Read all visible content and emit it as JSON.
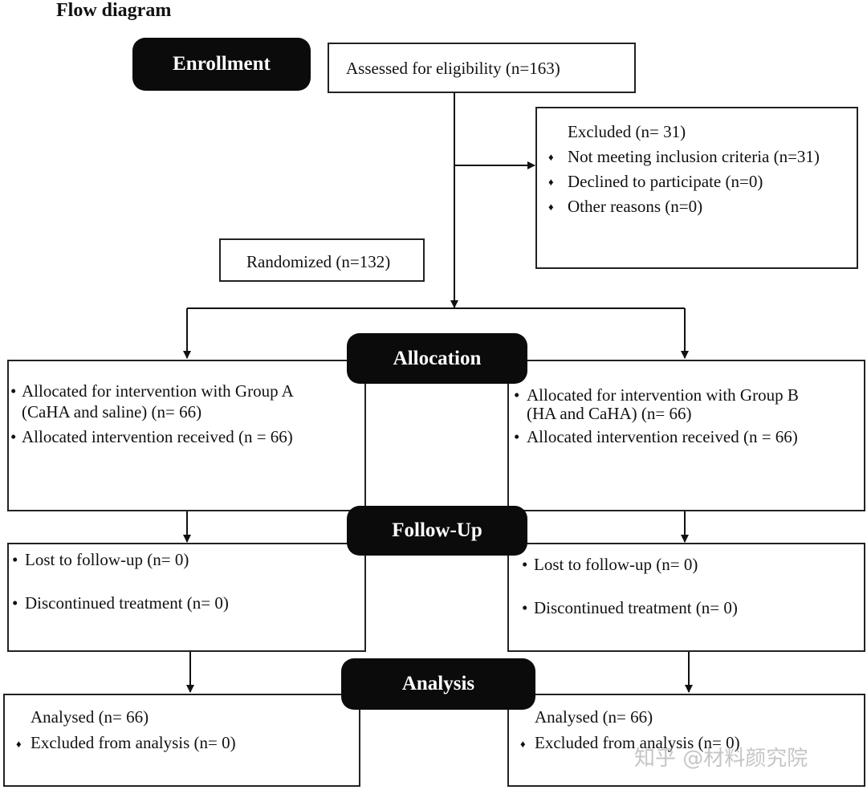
{
  "title": "Flow diagram",
  "stages": {
    "enrollment": "Enrollment",
    "allocation": "Allocation",
    "followup": "Follow-Up",
    "analysis": "Analysis"
  },
  "assessed": "Assessed for eligibility (n=163)",
  "excluded": {
    "header": "Excluded (n= 31)",
    "items": [
      "Not meeting inclusion criteria (n=31)",
      "Declined to participate (n=0)",
      "Other reasons (n=0)"
    ]
  },
  "randomized": "Randomized (n=132)",
  "group_a": {
    "allocation": [
      "Allocated for intervention with Group A",
      "(CaHA and saline) (n= 66)",
      "Allocated intervention received (n = 66)"
    ],
    "followup": [
      "Lost to follow-up  (n= 0)",
      "Discontinued treatment (n= 0)"
    ],
    "analysis": {
      "analysed": "Analysed (n= 66)",
      "excluded": "Excluded from analysis (n= 0)"
    }
  },
  "group_b": {
    "allocation": [
      "Allocated for intervention with Group B",
      "(HA and CaHA) (n= 66)",
      "Allocated intervention received (n = 66)"
    ],
    "followup": [
      "Lost to follow-up  (n= 0)",
      "Discontinued treatment (n= 0)"
    ],
    "analysis": {
      "analysed": "Analysed (n= 66)",
      "excluded": "Excluded from analysis (n= 0)"
    }
  },
  "bullets": {
    "dot": "•",
    "diamond": "♦"
  },
  "watermark": "知乎 @材料颜究院"
}
